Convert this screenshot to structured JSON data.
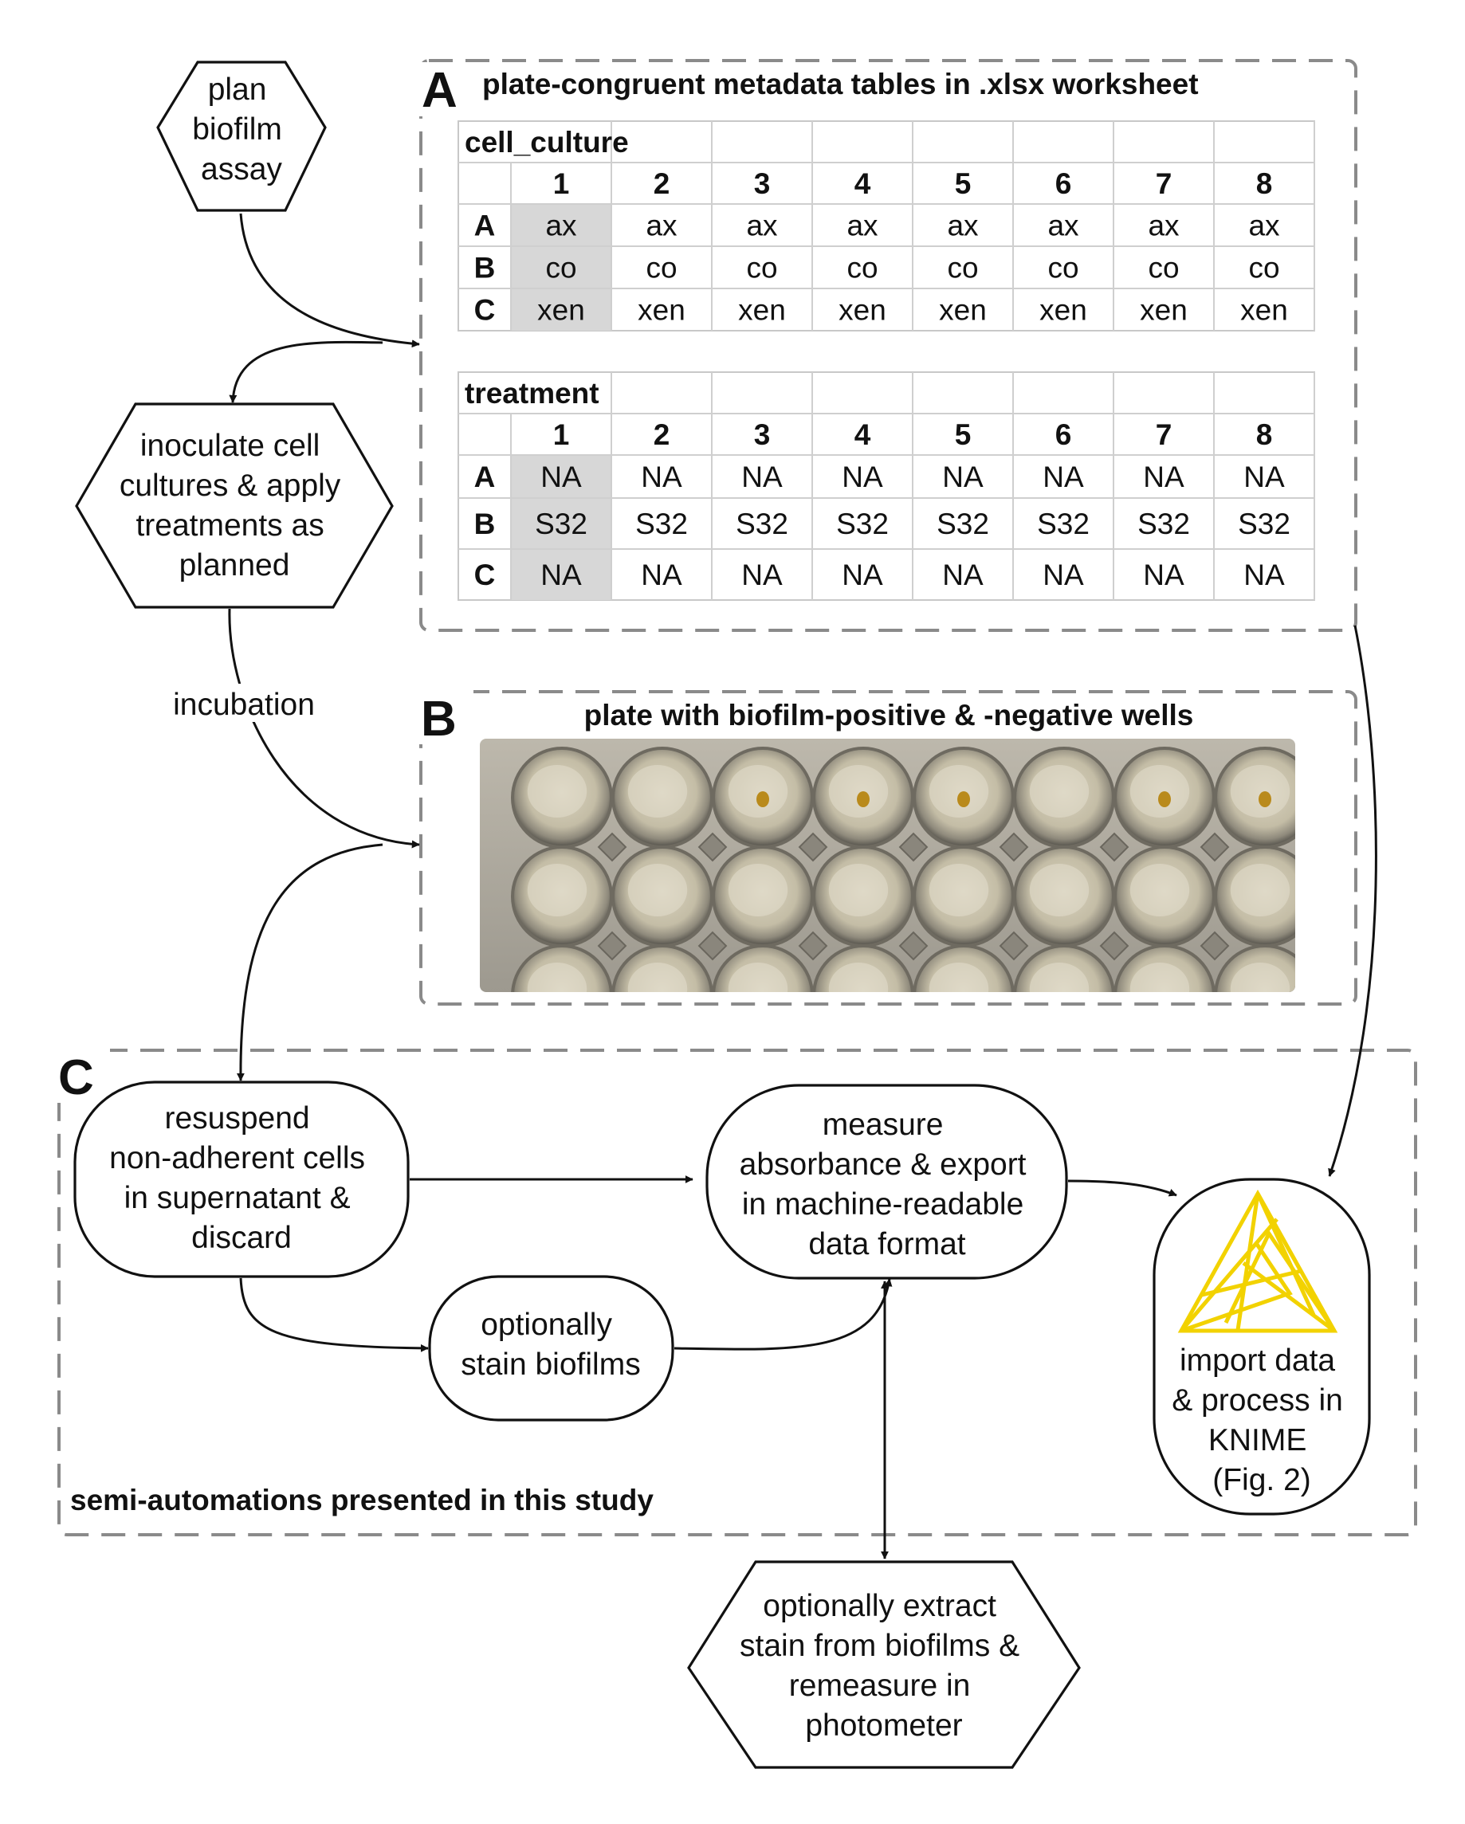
{
  "panels": {
    "A": {
      "letter": "A",
      "title": "plate-congruent metadata tables in .xlsx worksheet"
    },
    "B": {
      "letter": "B",
      "title": "plate with biofilm-positive & -negative wells"
    },
    "C": {
      "letter": "C",
      "footer": "semi-automations presented in this study"
    }
  },
  "nodes": {
    "plan": [
      "plan",
      "biofilm",
      "assay"
    ],
    "inoculate": [
      "inoculate cell",
      "cultures & apply",
      "treatments as",
      "planned"
    ],
    "resuspend": [
      "resuspend",
      "non-adherent cells",
      "in supernatant &",
      "discard"
    ],
    "stain": [
      "optionally",
      "stain biofilms"
    ],
    "measure": [
      "measure",
      "absorbance & export",
      "in machine-readable",
      "data format"
    ],
    "knime": [
      "import data",
      "& process in",
      "KNIME",
      "(Fig. 2)"
    ],
    "extract": [
      "optionally extract",
      "stain from biofilms &",
      "remeasure in",
      "photometer"
    ]
  },
  "edge_labels": {
    "incubation": "incubation"
  },
  "tables": [
    {
      "title": "cell_culture",
      "columns": [
        "1",
        "2",
        "3",
        "4",
        "5",
        "6",
        "7",
        "8"
      ],
      "rows": [
        {
          "label": "A",
          "cells": [
            "ax",
            "ax",
            "ax",
            "ax",
            "ax",
            "ax",
            "ax",
            "ax"
          ]
        },
        {
          "label": "B",
          "cells": [
            "co",
            "co",
            "co",
            "co",
            "co",
            "co",
            "co",
            "co"
          ]
        },
        {
          "label": "C",
          "cells": [
            "xen",
            "xen",
            "xen",
            "xen",
            "xen",
            "xen",
            "xen",
            "xen"
          ]
        }
      ]
    },
    {
      "title": "treatment",
      "columns": [
        "1",
        "2",
        "3",
        "4",
        "5",
        "6",
        "7",
        "8"
      ],
      "rows": [
        {
          "label": "A",
          "cells": [
            "NA",
            "NA",
            "NA",
            "NA",
            "NA",
            "NA",
            "NA",
            "NA"
          ]
        },
        {
          "label": "B",
          "cells": [
            "S32",
            "S32",
            "S32",
            "S32",
            "S32",
            "S32",
            "S32",
            "S32"
          ]
        },
        {
          "label": "C",
          "cells": [
            "NA",
            "NA",
            "NA",
            "NA",
            "NA",
            "NA",
            "NA",
            "NA"
          ]
        }
      ]
    }
  ],
  "plate": {
    "row_count": 3,
    "col_count": 8,
    "stained_wells_row1": [
      3,
      4,
      5,
      7,
      8
    ]
  },
  "colors": {
    "knime_logo": "#f2d200",
    "dash": "#8a8a8a",
    "selected_cell": "#d7d7d7",
    "grid": "#cfcfcf"
  },
  "icons": {
    "knime": "knime-logo-icon"
  }
}
